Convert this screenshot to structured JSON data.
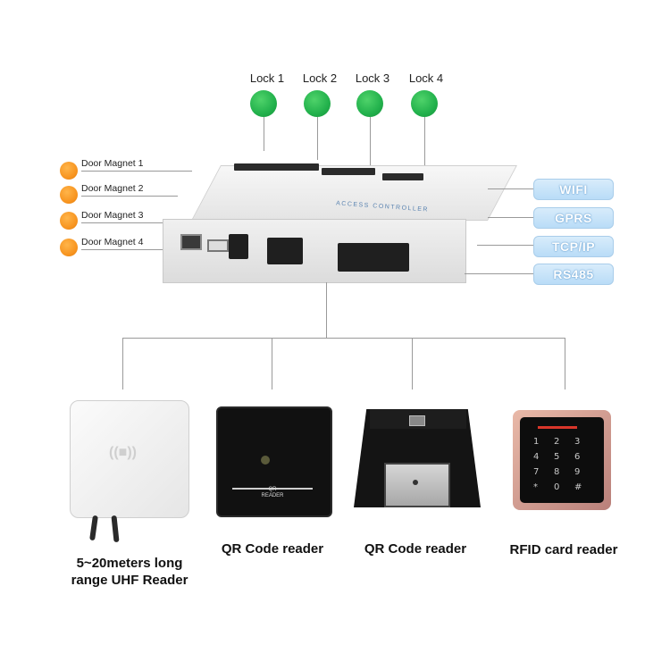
{
  "locks": [
    "Lock 1",
    "Lock 2",
    "Lock 3",
    "Lock 4"
  ],
  "door_magnets": [
    "Door Magnet 1",
    "Door Magnet 2",
    "Door Magnet 3",
    "Door Magnet 4"
  ],
  "comms": [
    "WIFI",
    "GPRS",
    "TCP/IP",
    "RS485"
  ],
  "controller_title": "ACCESS CONTROLLER",
  "devices": {
    "uhf_line1": "5~20meters long",
    "uhf_line2": "range UHF Reader",
    "qr1": "QR Code reader",
    "qr2": "QR Code reader",
    "rfid": "RFID card reader"
  },
  "keypad_keys": [
    "1",
    "2",
    "3",
    "4",
    "5",
    "6",
    "7",
    "8",
    "9",
    "*",
    "0",
    "#"
  ],
  "qr_reader_text": "QR READER",
  "colors": {
    "lock_green": "#22b14c",
    "magnet_orange": "#f7931e",
    "comm_blue": "#b9dcf7",
    "line_gray": "#9a9a9a"
  }
}
